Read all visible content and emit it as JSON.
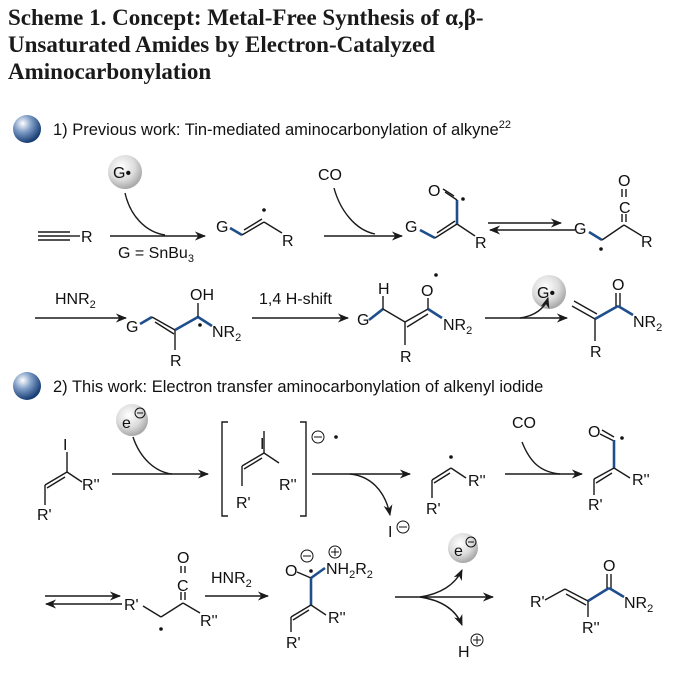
{
  "title": {
    "line1": "Scheme 1. Concept: Metal-Free Synthesis of α,β-",
    "line2": "Unsaturated Amides by Electron-Catalyzed",
    "line3": "Aminocarbonylation"
  },
  "colors": {
    "highlight_bond": "#1f4e8c",
    "sphere_blue": "#1f4e8c",
    "sphere_grey": "#cfcfcf"
  },
  "section1": {
    "heading": "1) Previous work: Tin-mediated aminocarbonylation of alkyne",
    "ref": "22",
    "labels": {
      "radical_sphere": "G•",
      "G_def": "G = SnBu",
      "G_def_sub": "3",
      "co": "CO",
      "hnr2": "HNR",
      "hnr2_sub": "2",
      "h_shift": "1,4 H-shift",
      "G": "G",
      "R": "R",
      "O": "O",
      "C": "C",
      "OH": "OH",
      "H": "H",
      "NR2": "NR",
      "NR2_sub": "2"
    }
  },
  "section2": {
    "heading": "2) This work: Electron transfer aminocarbonylation of alkenyl iodide",
    "labels": {
      "electron": "e",
      "I": "I",
      "R1": "R'",
      "R2": "R''",
      "co": "CO",
      "hnr2": "HNR",
      "hnr2_sub": "2",
      "O": "O",
      "C": "C",
      "NH2R2": "NH",
      "NH2R2_sub1": "2",
      "NH2R2_R": "R",
      "NH2R2_sub2": "2",
      "H": "H",
      "NR2": "NR",
      "NR2_sub": "2"
    }
  }
}
